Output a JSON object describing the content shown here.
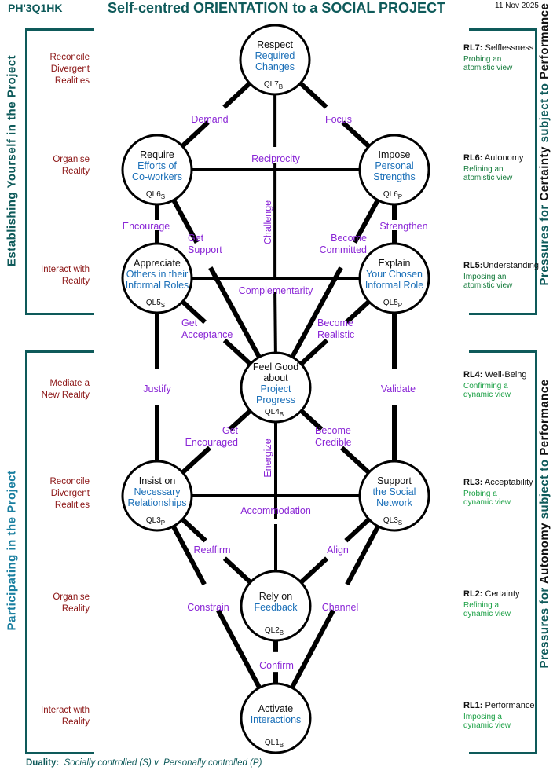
{
  "header": {
    "doc_code": "PH'3Q1HK",
    "title": "Self-centred ORIENTATION to a SOCIAL PROJECT",
    "date": "11 Nov 2025"
  },
  "colors": {
    "frame": "#0e5a5a",
    "stage_text": "#8b1414",
    "node_blue": "#1a6fb8",
    "edge_purple": "#8a26d6",
    "green_dark": "#127a3a",
    "green_bright": "#1aa044",
    "participating_blue": "#1a7fa0"
  },
  "left_panels": [
    {
      "title": "Establishing Yourself in the Project",
      "stages": [
        "Reconcile\nDivergent\nRealities",
        "Organise\nReality",
        "Interact with\nReality"
      ]
    },
    {
      "title": "Participating in the Project",
      "stages": [
        "Mediate a\nNew Reality",
        "Reconcile\nDivergent\nRealities",
        "Organise\nReality",
        "Interact with\nReality"
      ]
    }
  ],
  "right_panels": [
    {
      "title_parts": [
        "Pressures for",
        "Certainty",
        "subject to",
        "Performance"
      ],
      "levels": [
        {
          "code": "RL7:",
          "name": "Selflessness",
          "desc": "Probing an\natomistic view"
        },
        {
          "code": "RL6:",
          "name": "Autonomy",
          "desc": "Refining an\natomistic view"
        },
        {
          "code": "RL5:",
          "name": "Understanding",
          "desc": "Imposing an\natomistic view"
        }
      ]
    },
    {
      "title_parts": [
        "Pressures for",
        "Autonomy",
        "subject to",
        "Performance"
      ],
      "levels": [
        {
          "code": "RL4:",
          "name": "Well-Being",
          "desc": "Confirming a\ndynamic view"
        },
        {
          "code": "RL3:",
          "name": "Acceptability",
          "desc": "Probing a\ndynamic view"
        },
        {
          "code": "RL2:",
          "name": "Certainty",
          "desc": "Refining a\ndynamic view"
        },
        {
          "code": "RL1:",
          "name": "Performance",
          "desc": "Imposing a\ndynamic view"
        }
      ]
    }
  ],
  "nodes": [
    {
      "id": "QL7",
      "black": [
        "Respect"
      ],
      "blue": [
        "Required",
        "Changes"
      ],
      "ql": "QL7",
      "sub": "B"
    },
    {
      "id": "QL6S",
      "black": [
        "Require"
      ],
      "blue": [
        "Efforts of",
        "Co-workers"
      ],
      "ql": "QL6",
      "sub": "S"
    },
    {
      "id": "QL6P",
      "black": [
        "Impose"
      ],
      "blue": [
        "Personal",
        "Strengths"
      ],
      "ql": "QL6",
      "sub": "P"
    },
    {
      "id": "QL5S",
      "black": [
        "Appreciate"
      ],
      "blue": [
        "Others in their",
        "Informal Roles"
      ],
      "ql": "QL5",
      "sub": "S"
    },
    {
      "id": "QL5P",
      "black": [
        "Explain"
      ],
      "blue": [
        "Your Chosen",
        "Informal Role"
      ],
      "ql": "QL5",
      "sub": "P"
    },
    {
      "id": "QL4",
      "black": [
        "Feel Good",
        "about"
      ],
      "blue": [
        "Project",
        "Progress"
      ],
      "ql": "QL4",
      "sub": "B"
    },
    {
      "id": "QL3P",
      "black": [
        "Insist on"
      ],
      "blue": [
        "Necessary",
        "Relationships"
      ],
      "ql": "QL3",
      "sub": "P"
    },
    {
      "id": "QL3S",
      "black": [
        "Support"
      ],
      "blue": [
        "the Social",
        "Network"
      ],
      "ql": "QL3",
      "sub": "S"
    },
    {
      "id": "QL2",
      "black": [
        "Rely on"
      ],
      "blue": [
        "Feedback"
      ],
      "ql": "QL2",
      "sub": "B"
    },
    {
      "id": "QL1",
      "black": [
        "Activate"
      ],
      "blue": [
        "Interactions"
      ],
      "ql": "QL1",
      "sub": "B"
    }
  ],
  "edges": [
    {
      "from": "QL7",
      "to": "QL6S",
      "label": [
        "Demand"
      ]
    },
    {
      "from": "QL7",
      "to": "QL6P",
      "label": [
        "Focus"
      ]
    },
    {
      "from": "QL7",
      "to": "QL4",
      "label": [
        "Reciprocity"
      ]
    },
    {
      "from": "QL6S",
      "to": "QL6P",
      "label": []
    },
    {
      "from": "QL6S",
      "to": "QL5S",
      "label": [
        "Encourage"
      ]
    },
    {
      "from": "QL6P",
      "to": "QL5P",
      "label": [
        "Strengthen"
      ]
    },
    {
      "from": "QL6S",
      "to": "QL4",
      "label": [
        "Get",
        "Support"
      ]
    },
    {
      "from": "QL6P",
      "to": "QL4",
      "label": [
        "Become",
        "Committed"
      ]
    },
    {
      "from": "QL5S",
      "to": "QL5P",
      "label": [
        "Complementarity"
      ]
    },
    {
      "from": "QL5S",
      "to": "QL4",
      "label": [
        "Get",
        "Acceptance"
      ]
    },
    {
      "from": "QL5P",
      "to": "QL4",
      "label": [
        "Become",
        "Realistic"
      ]
    },
    {
      "from": "QL5S",
      "to": "QL3P",
      "label": [
        "Justify"
      ]
    },
    {
      "from": "QL5P",
      "to": "QL3S",
      "label": [
        "Validate"
      ]
    },
    {
      "from": "QL4",
      "to": "QL3P",
      "label": [
        "Get",
        "Encouraged"
      ]
    },
    {
      "from": "QL4",
      "to": "QL3S",
      "label": [
        "Become",
        "Credible"
      ]
    },
    {
      "from": "QL4",
      "to": "QL1",
      "label": [
        "Energize"
      ]
    },
    {
      "from": "QL3P",
      "to": "QL3S",
      "label": [
        "Accommodation"
      ]
    },
    {
      "from": "QL3P",
      "to": "QL2",
      "label": [
        "Reaffirm"
      ]
    },
    {
      "from": "QL3S",
      "to": "QL2",
      "label": [
        "Align"
      ]
    },
    {
      "from": "QL3P",
      "to": "QL1",
      "label": [
        "Constrain"
      ]
    },
    {
      "from": "QL3S",
      "to": "QL1",
      "label": [
        "Channel"
      ]
    },
    {
      "from": "QL2",
      "to": "QL1",
      "label": [
        "Confirm"
      ]
    }
  ],
  "vertical_labels": {
    "challenge": "Challenge",
    "energize": "Energize"
  },
  "footer": {
    "label": "Duality:",
    "left": "Socially controlled (S)",
    "v": "v",
    "right": "Personally controlled (P)"
  }
}
